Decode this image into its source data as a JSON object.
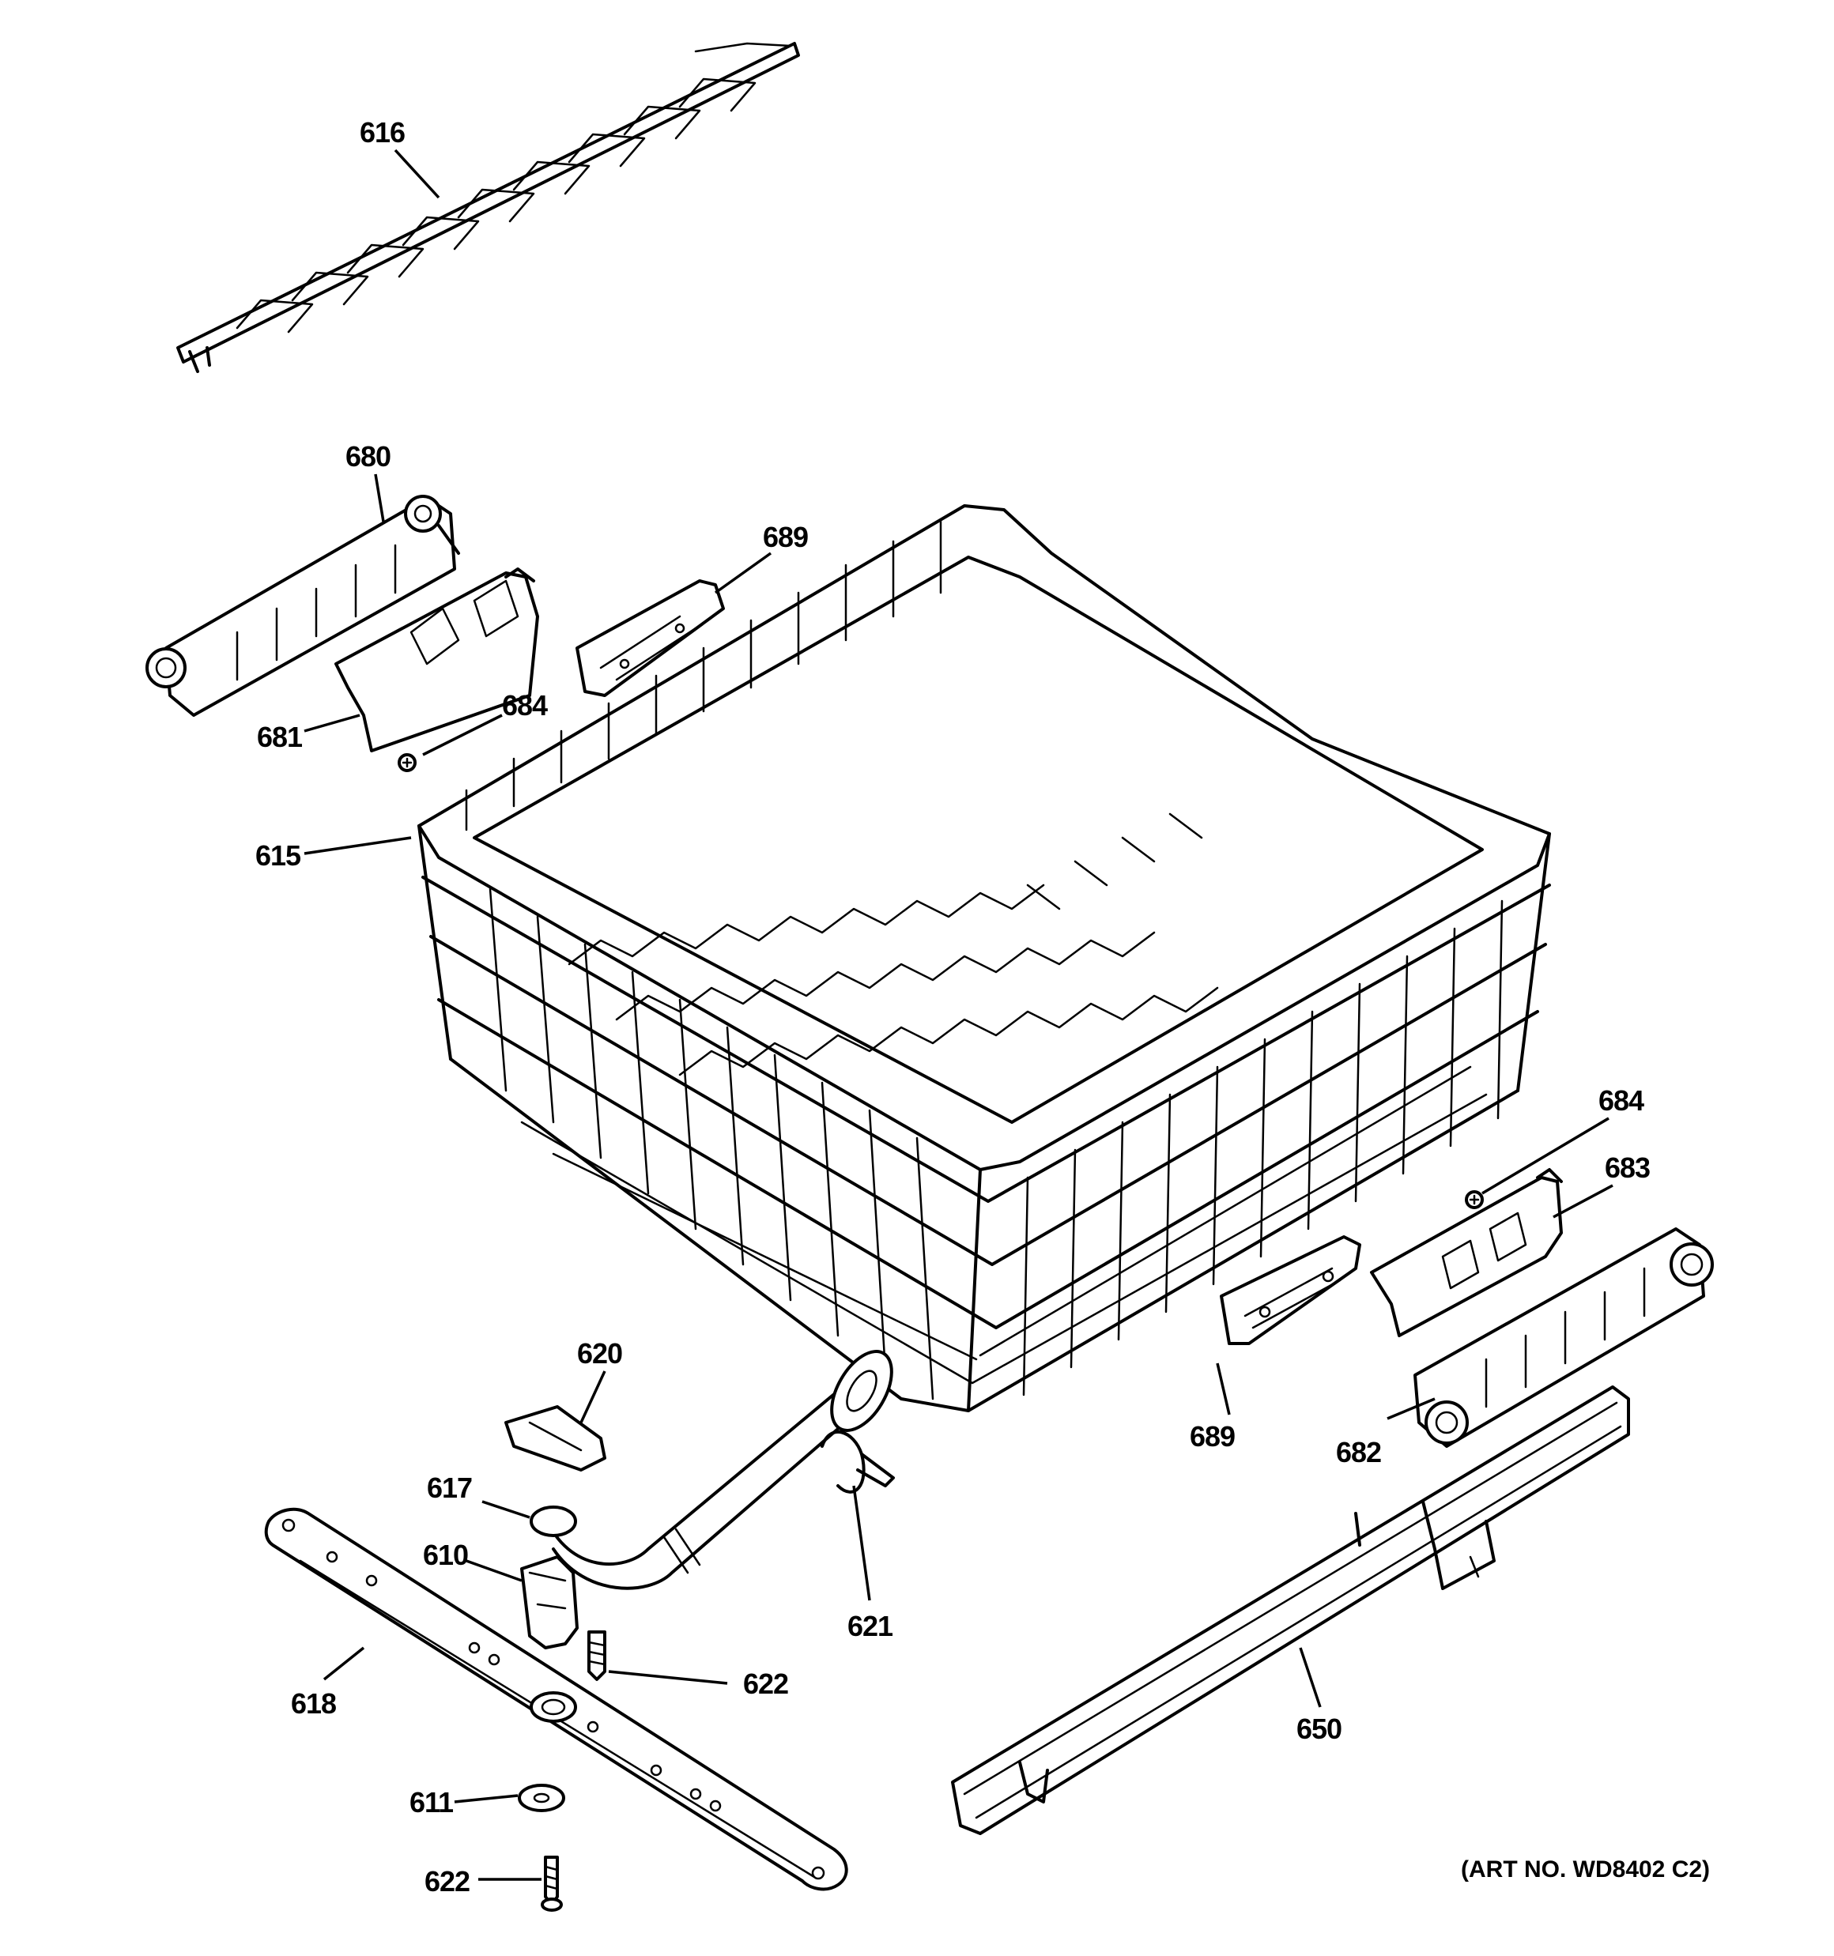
{
  "callouts": [
    {
      "id": "c616",
      "label": "616"
    },
    {
      "id": "c680",
      "label": "680"
    },
    {
      "id": "c689a",
      "label": "689"
    },
    {
      "id": "c681",
      "label": "681"
    },
    {
      "id": "c684a",
      "label": "684"
    },
    {
      "id": "c615",
      "label": "615"
    },
    {
      "id": "c684b",
      "label": "684"
    },
    {
      "id": "c683",
      "label": "683"
    },
    {
      "id": "c620",
      "label": "620"
    },
    {
      "id": "c689b",
      "label": "689"
    },
    {
      "id": "c682",
      "label": "682"
    },
    {
      "id": "c617",
      "label": "617"
    },
    {
      "id": "c610",
      "label": "610"
    },
    {
      "id": "c621",
      "label": "621"
    },
    {
      "id": "c622a",
      "label": "622"
    },
    {
      "id": "c618",
      "label": "618"
    },
    {
      "id": "c650",
      "label": "650"
    },
    {
      "id": "c611",
      "label": "611"
    },
    {
      "id": "c622b",
      "label": "622"
    }
  ],
  "art_number": "(ART NO. WD8402 C2)"
}
